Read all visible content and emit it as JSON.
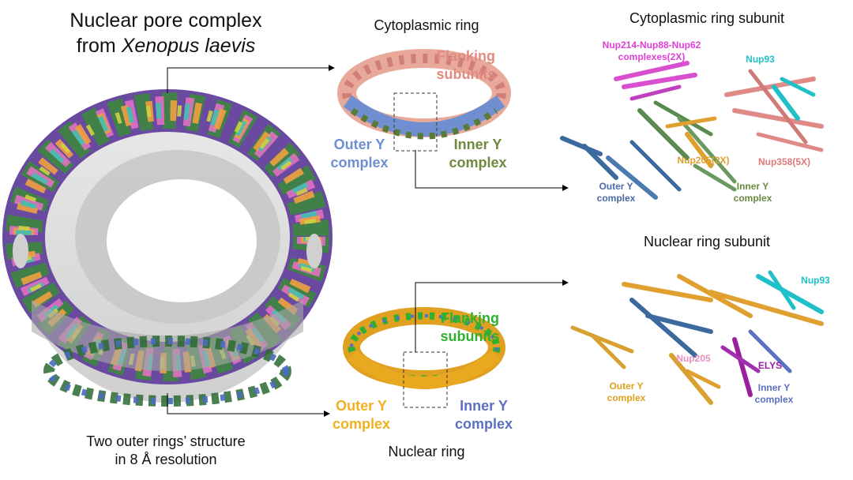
{
  "main_title": {
    "line1": "Nuclear pore complex",
    "line2_prefix": "from ",
    "line2_italic": "Xenopus laevis"
  },
  "main_caption": {
    "line1": "Two outer rings’ structure",
    "line2": "in 8 Å resolution"
  },
  "cyto_ring": {
    "title": "Cytoplasmic ring",
    "flanking_line1": "Flanking",
    "flanking_line2": "subunits",
    "outer_line1": "Outer Y",
    "outer_line2": "complex",
    "inner_line1": "Inner Y",
    "inner_line2": "complex"
  },
  "nuc_ring": {
    "title": "Nuclear ring",
    "flanking_line1": "Flanking",
    "flanking_line2": "subunits",
    "outer_line1": "Outer Y",
    "outer_line2": "complex",
    "inner_line1": "Inner Y",
    "inner_line2": "complex"
  },
  "cyto_subunit": {
    "title": "Cytoplasmic ring subunit",
    "nup214_line1": "Nup214-Nup88-Nup62",
    "nup214_line2": "complexes(2X)",
    "nup93": "Nup93",
    "nup205": "Nup205(2X)",
    "nup358": "Nup358(5X)",
    "outer_line1": "Outer Y",
    "outer_line2": "complex",
    "inner_line1": "Inner Y",
    "inner_line2": "complex"
  },
  "nuc_subunit": {
    "title": "Nuclear ring subunit",
    "nup93": "Nup93",
    "nup205": "Nup205",
    "elys": "ELYS",
    "outer_line1": "Outer Y",
    "outer_line2": "complex",
    "inner_line1": "Inner Y",
    "inner_line2": "complex"
  },
  "colors": {
    "outer_y_cyto": "#6f8fd0",
    "inner_y_cyto": "#6f8a40",
    "flanking_cyto": "#e08a80",
    "nup214": "#e040d8",
    "nup93": "#20c0c8",
    "nup205_cyto": "#e0a030",
    "nup358": "#e07878",
    "outer_y_nuc": "#f0b020",
    "inner_y_nuc": "#5a70c0",
    "flanking_nuc": "#30b030",
    "nup205_nuc": "#e890c0",
    "elys": "#9a20a0"
  }
}
